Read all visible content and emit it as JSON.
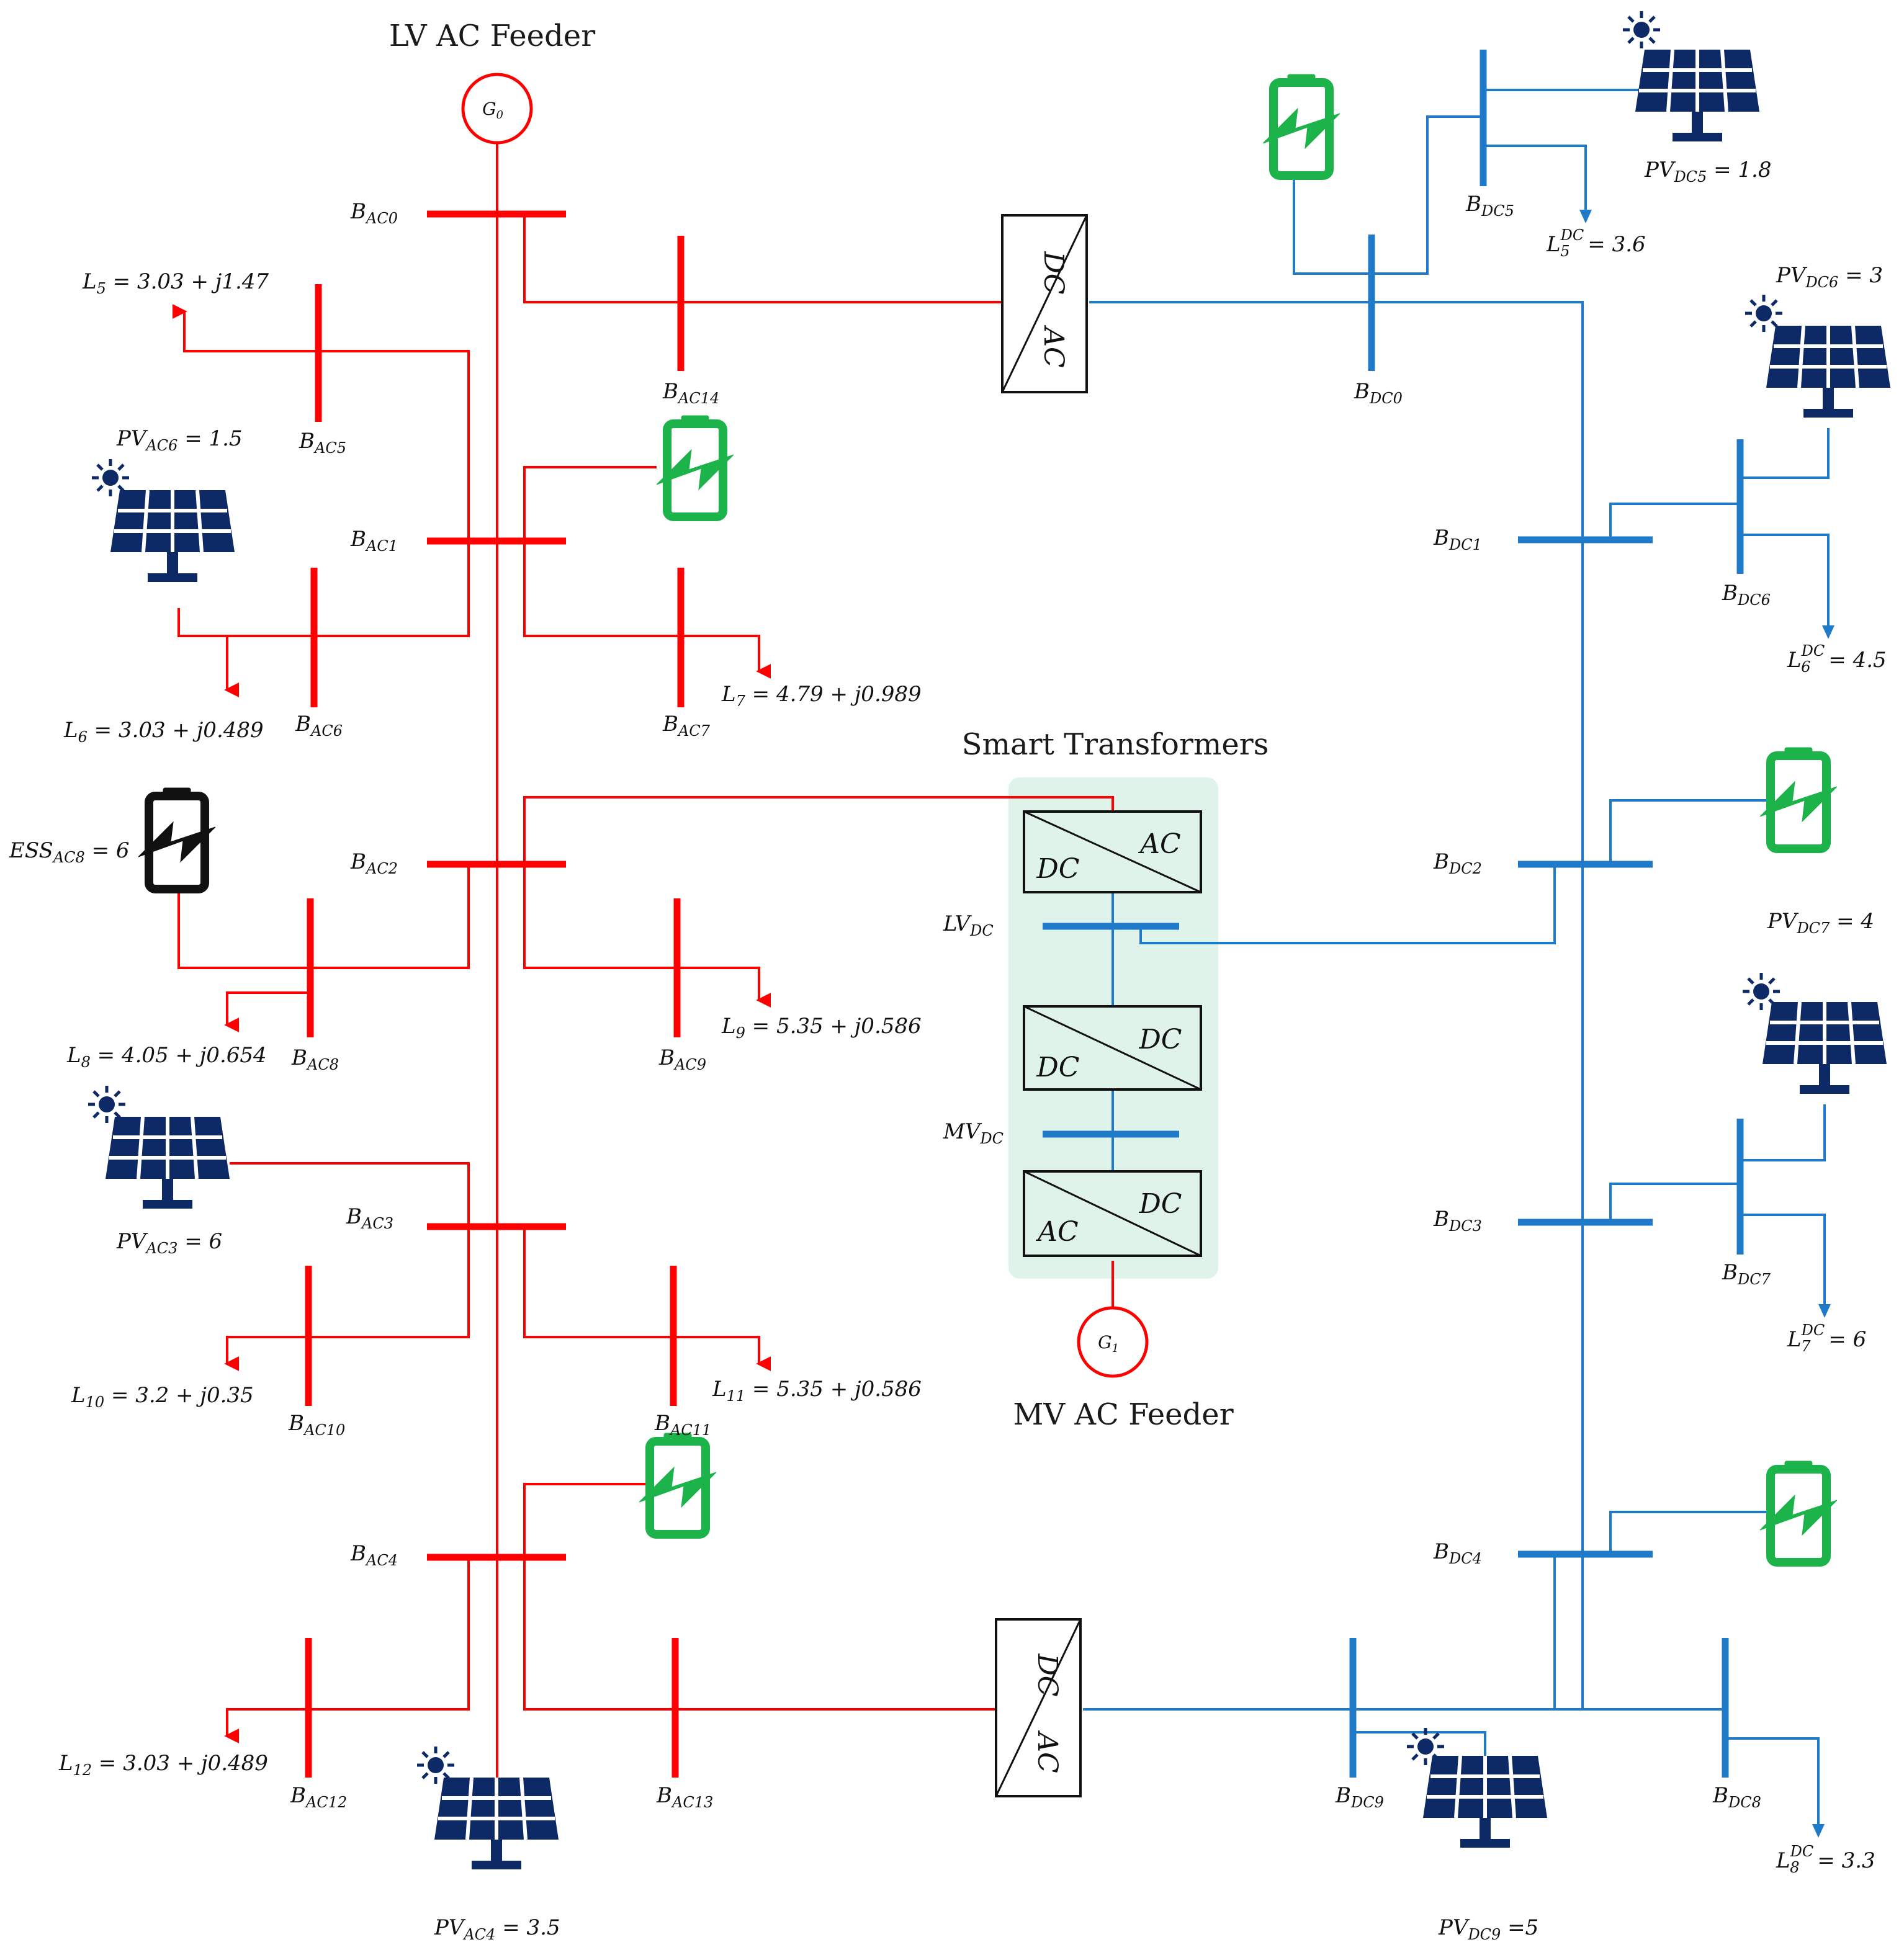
{
  "titles": {
    "lv_feeder": "LV AC Feeder",
    "mv_feeder": "MV AC Feeder",
    "smart_transformers": "Smart Transformers"
  },
  "generators": {
    "g0": "G",
    "g0_sub": "0",
    "g1": "G",
    "g1_sub": "1"
  },
  "converters": {
    "dc": "DC",
    "ac": "AC"
  },
  "colors": {
    "ac_network": "#ff0000",
    "dc_network": "#1f7ac9",
    "pv_panel": "#0d2a66",
    "ess_active": "#1cb34a",
    "ess_ac8": "#111111",
    "smart_transformer_bg": "#dff3ea"
  },
  "icons": {
    "pv": "solar-panel-icon",
    "sun": "sun-icon",
    "ess": "battery-charging-icon",
    "load": "load-arrow-icon"
  },
  "ac_buses": [
    {
      "id": "ac0",
      "main": "B",
      "sub": "AC0"
    },
    {
      "id": "ac1",
      "main": "B",
      "sub": "AC1"
    },
    {
      "id": "ac2",
      "main": "B",
      "sub": "AC2"
    },
    {
      "id": "ac3",
      "main": "B",
      "sub": "AC3"
    },
    {
      "id": "ac4",
      "main": "B",
      "sub": "AC4"
    },
    {
      "id": "ac5",
      "main": "B",
      "sub": "AC5"
    },
    {
      "id": "ac6",
      "main": "B",
      "sub": "AC6"
    },
    {
      "id": "ac7",
      "main": "B",
      "sub": "AC7"
    },
    {
      "id": "ac8",
      "main": "B",
      "sub": "AC8"
    },
    {
      "id": "ac9",
      "main": "B",
      "sub": "AC9"
    },
    {
      "id": "ac10",
      "main": "B",
      "sub": "AC10"
    },
    {
      "id": "ac11",
      "main": "B",
      "sub": "AC11"
    },
    {
      "id": "ac12",
      "main": "B",
      "sub": "AC12"
    },
    {
      "id": "ac13",
      "main": "B",
      "sub": "AC13"
    },
    {
      "id": "ac14",
      "main": "B",
      "sub": "AC14"
    }
  ],
  "dc_buses": [
    {
      "id": "dc0",
      "main": "B",
      "sub": "DC0"
    },
    {
      "id": "dc1",
      "main": "B",
      "sub": "DC1"
    },
    {
      "id": "dc2",
      "main": "B",
      "sub": "DC2"
    },
    {
      "id": "dc3",
      "main": "B",
      "sub": "DC3"
    },
    {
      "id": "dc4",
      "main": "B",
      "sub": "DC4"
    },
    {
      "id": "dc5",
      "main": "B",
      "sub": "DC5"
    },
    {
      "id": "dc6",
      "main": "B",
      "sub": "DC6"
    },
    {
      "id": "dc7",
      "main": "B",
      "sub": "DC7"
    },
    {
      "id": "dc8",
      "main": "B",
      "sub": "DC8"
    },
    {
      "id": "dc9",
      "main": "B",
      "sub": "DC9"
    }
  ],
  "st_buses": [
    {
      "id": "lvdc",
      "main": "LV",
      "sub": "DC"
    },
    {
      "id": "mvdc",
      "main": "MV",
      "sub": "DC"
    }
  ],
  "ac_loads": [
    {
      "id": "l5",
      "main": "L",
      "sub": "5",
      "value": " = 3.03 + j1.47"
    },
    {
      "id": "l6",
      "main": "L",
      "sub": "6",
      "value": " = 3.03 + j0.489"
    },
    {
      "id": "l7",
      "main": "L",
      "sub": "7",
      "value": " = 4.79 + j0.989"
    },
    {
      "id": "l8",
      "main": "L",
      "sub": "8",
      "value": " = 4.05 + j0.654"
    },
    {
      "id": "l9",
      "main": "L",
      "sub": "9",
      "value": " = 5.35 + j0.586"
    },
    {
      "id": "l10",
      "main": "L",
      "sub": "10",
      "value": " = 3.2 + j0.35"
    },
    {
      "id": "l11",
      "main": "L",
      "sub": "11",
      "value": " = 5.35 + j0.586"
    },
    {
      "id": "l12",
      "main": "L",
      "sub": "12",
      "value": " = 3.03 + j0.489"
    }
  ],
  "dc_loads": [
    {
      "id": "l5dc",
      "main": "L",
      "sub": "5",
      "sup": "DC",
      "value": " = 3.6"
    },
    {
      "id": "l6dc",
      "main": "L",
      "sub": "6",
      "sup": "DC",
      "value": " = 4.5"
    },
    {
      "id": "l7dc",
      "main": "L",
      "sub": "7",
      "sup": "DC",
      "value": " = 6"
    },
    {
      "id": "l8dc",
      "main": "L",
      "sub": "8",
      "sup": "DC",
      "value": " = 3.3"
    }
  ],
  "pv_units": [
    {
      "id": "pvac6",
      "main": "PV",
      "sub": "AC6",
      "value": " = 1.5"
    },
    {
      "id": "pvac3",
      "main": "PV",
      "sub": "AC3",
      "value": " = 6"
    },
    {
      "id": "pvac4",
      "main": "PV",
      "sub": "AC4",
      "value": " = 3.5"
    },
    {
      "id": "pvdc5",
      "main": "PV",
      "sub": "DC5",
      "value": " = 1.8"
    },
    {
      "id": "pvdc6",
      "main": "PV",
      "sub": "DC6",
      "value": " = 3"
    },
    {
      "id": "pvdc7",
      "main": "PV",
      "sub": "DC7",
      "value": " = 4"
    },
    {
      "id": "pvdc9",
      "main": "PV",
      "sub": "DC9",
      "value": " =5"
    }
  ],
  "ess_units": [
    {
      "id": "essac8",
      "main": "ESS",
      "sub": "AC8",
      "value": " = 6"
    }
  ]
}
